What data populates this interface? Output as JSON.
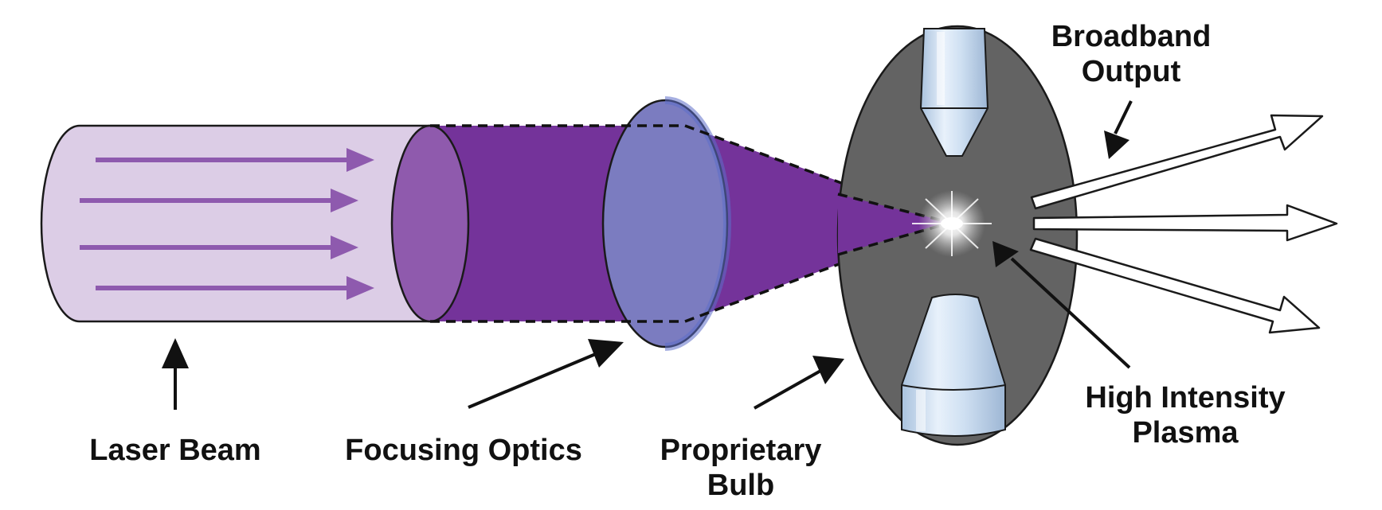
{
  "labels": {
    "laser_beam": "Laser Beam",
    "focusing_optics": "Focusing Optics",
    "proprietary_bulb_line1": "Proprietary",
    "proprietary_bulb_line2": "Bulb",
    "high_intensity_line1": "High Intensity",
    "high_intensity_line2": "Plasma",
    "broadband_line1": "Broadband",
    "broadband_line2": "Output"
  },
  "colors": {
    "beam_light": "#dccde6",
    "beam_arrows": "#8e5aae",
    "beam_dark": "#74339a",
    "beam_face": "#8f5aad",
    "lens": "#7b7cc0",
    "lens_edge": "#6b78c8",
    "bulb": "#636363",
    "electrode": "#cfe0f2",
    "plasma": "#ffffff",
    "ink": "#111111"
  }
}
